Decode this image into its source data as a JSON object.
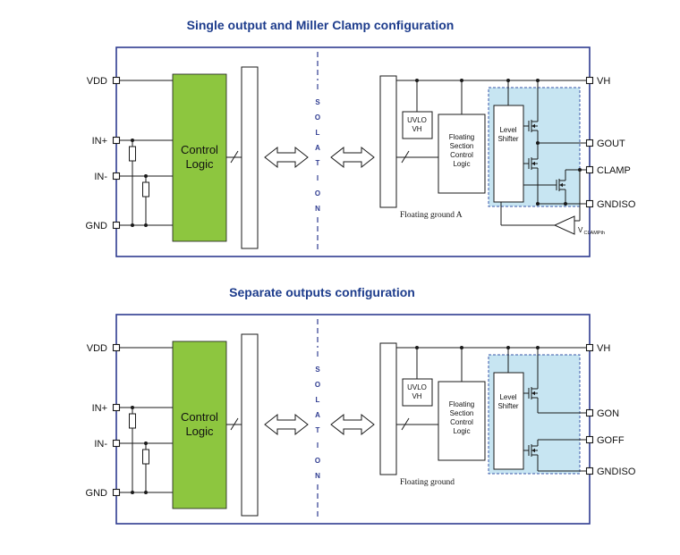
{
  "colors": {
    "navy": "#2e3b90",
    "title_blue": "#1d3c8c",
    "green": "#8dc63f",
    "blue_region": "#c7e5f2",
    "wire": "#1a1a1a"
  },
  "diagrams": [
    {
      "title": "Single output and Miller Clamp configuration",
      "left_pins": [
        "VDD",
        "IN+",
        "IN-",
        "GND"
      ],
      "right_pins": [
        "VH",
        "GOUT",
        "CLAMP",
        "GNDISO"
      ],
      "control_logic": [
        "Control",
        "Logic"
      ],
      "isolation_letters": [
        "I",
        "S",
        "O",
        "L",
        "A",
        "T",
        "I",
        "O",
        "N"
      ],
      "uvlo": [
        "UVLO",
        "VH"
      ],
      "floating_section": [
        "Floating",
        "Section",
        "Control",
        "Logic"
      ],
      "level_shifter": [
        "Level",
        "Shifter"
      ],
      "floating_ground": "Floating ground A",
      "comparator": {
        "v": "V",
        "sub": "CLAMPth"
      }
    },
    {
      "title": "Separate outputs configuration",
      "left_pins": [
        "VDD",
        "IN+",
        "IN-",
        "GND"
      ],
      "right_pins": [
        "VH",
        "GON",
        "GOFF",
        "GNDISO"
      ],
      "control_logic": [
        "Control",
        "Logic"
      ],
      "isolation_letters": [
        "I",
        "S",
        "O",
        "L",
        "A",
        "T",
        "I",
        "O",
        "N"
      ],
      "uvlo": [
        "UVLO",
        "VH"
      ],
      "floating_section": [
        "Floating",
        "Section",
        "Control",
        "Logic"
      ],
      "level_shifter": [
        "Level",
        "Shifter"
      ],
      "floating_ground": "Floating ground"
    }
  ]
}
